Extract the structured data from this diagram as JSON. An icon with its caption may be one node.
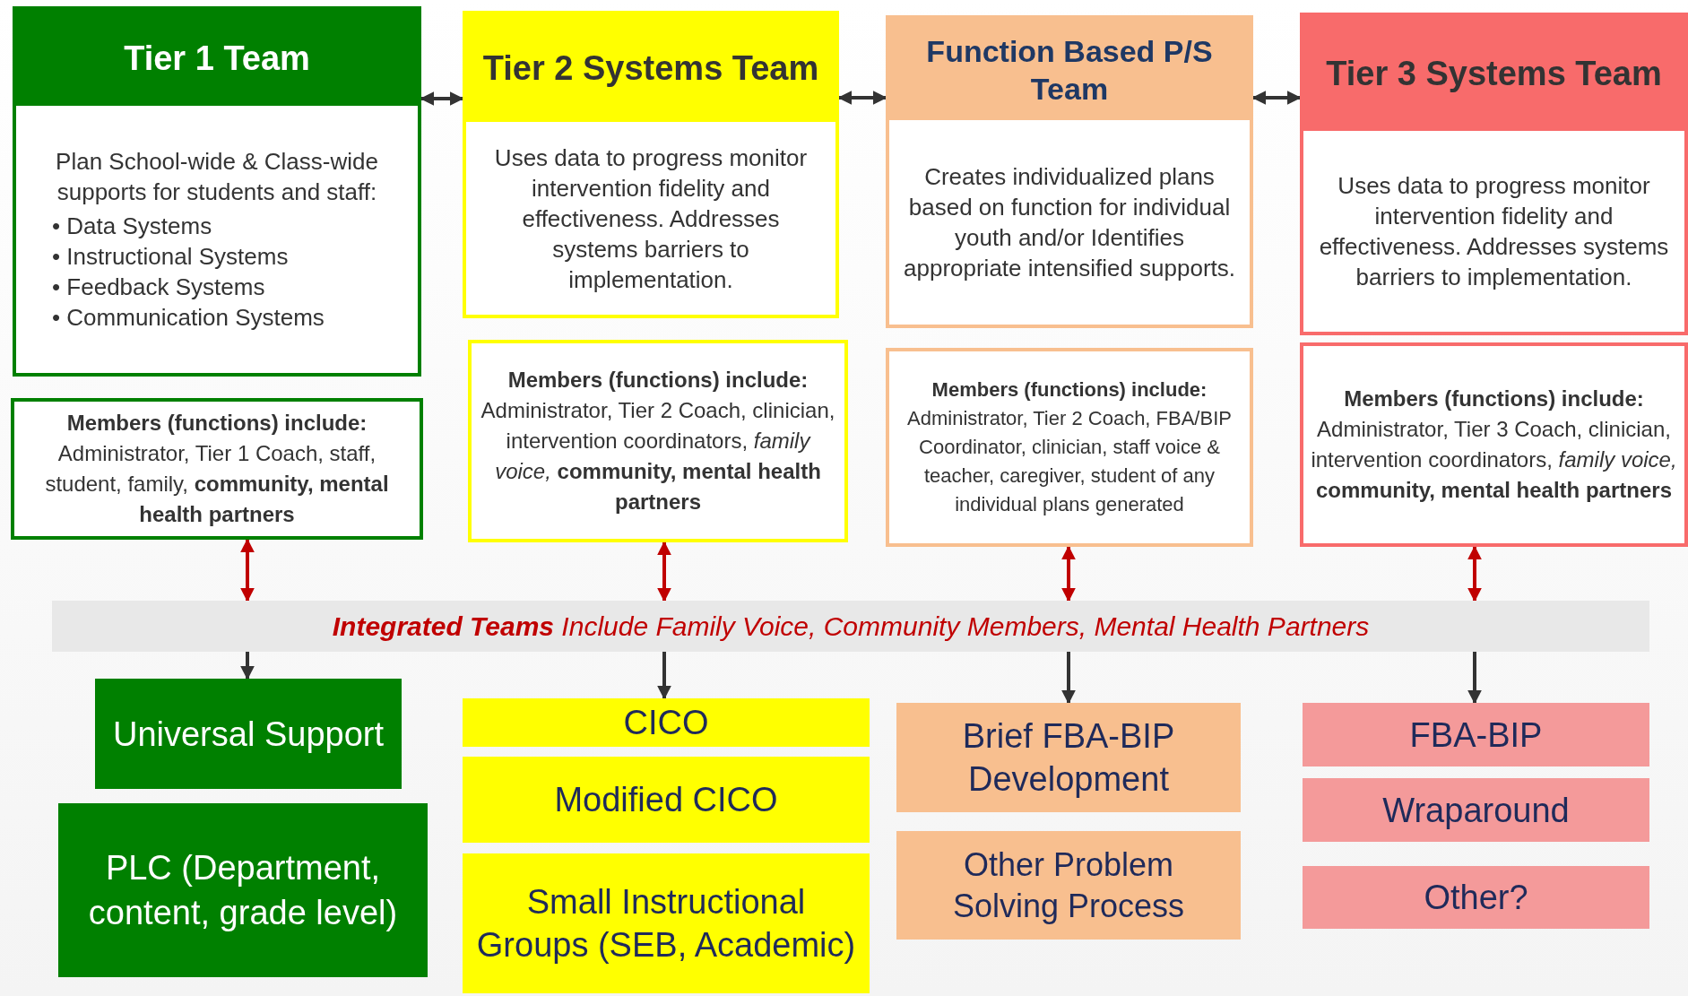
{
  "diagram": {
    "nodes": [
      {
        "text": [
          "Tier 1 Team",
          "Plan School-wide & Class-wide supports for students and staff:",
          "• Data Systems",
          "• Instructional Systems",
          "• Feedback Systems",
          "• Communication Systems"
        ]
      },
      {
        "text": [
          "Tier 2 Systems Team",
          "Uses data to progress monitor intervention fidelity and effectiveness. Addresses systems barriers to implementation."
        ]
      },
      {
        "text": [
          "Function Based P/S Team",
          "Creates individualized plans based on function for individual youth and/or Identifies appropriate intensified supports."
        ]
      },
      {
        "text": [
          "Tier 3 Systems Team",
          "Uses data to progress monitor intervention fidelity and effectiveness.  Addresses systems barriers to implementation."
        ]
      },
      {
        "text": [
          "**Members (functions) include:** Administrator, Tier 1 Coach, staff, student, family, **community, mental health partners**"
        ]
      },
      {
        "text": [
          "**Members (functions) include:** Administrator, Tier 2 Coach, clinician, intervention coordinators, *family voice,* **community, mental health partners**"
        ]
      },
      {
        "text": [
          "**Members (functions) include:** Administrator, Tier 2 Coach, FBA/BIP Coordinator, clinician, staff voice & teacher, caregiver, student of any individual plans generated"
        ]
      },
      {
        "text": [
          "**Members (functions) include:** Administrator, Tier 3 Coach, clinician, intervention coordinators, *family voice,* **community, mental health partners**"
        ]
      },
      {
        "text": [
          "**Integrated Teams** Include Family Voice, Community Members, Mental Health Partners"
        ]
      },
      {
        "text": [
          "Universal Support"
        ]
      },
      {
        "text": [
          "PLC (Department, content, grade level)"
        ]
      },
      {
        "text": [
          "CICO"
        ]
      },
      {
        "text": [
          "Modified CICO"
        ]
      },
      {
        "text": [
          "Small Instructional Groups (SEB, Academic)"
        ]
      },
      {
        "text": [
          "Brief FBA-BIP Development"
        ]
      },
      {
        "text": [
          "Other Problem Solving Process"
        ]
      },
      {
        "text": [
          "FBA-BIP"
        ]
      },
      {
        "text": [
          "Wraparound"
        ]
      },
      {
        "text": [
          "Other?"
        ]
      }
    ],
    "edges": [
      {
        "from": 0,
        "to": 1,
        "arrow": "both"
      },
      {
        "from": 1,
        "to": 2,
        "arrow": "both"
      },
      {
        "from": 2,
        "to": 3,
        "arrow": "both"
      },
      {
        "from": 4,
        "to": 8,
        "arrow": "both",
        "color": "#c00000"
      },
      {
        "from": 5,
        "to": 8,
        "arrow": "both",
        "color": "#c00000"
      },
      {
        "from": 6,
        "to": 8,
        "arrow": "both",
        "color": "#c00000"
      },
      {
        "from": 7,
        "to": 8,
        "arrow": "both",
        "color": "#c00000"
      },
      {
        "from": 8,
        "to": 9,
        "arrow": "to"
      },
      {
        "from": 8,
        "to": 11,
        "arrow": "to"
      },
      {
        "from": 8,
        "to": 14,
        "arrow": "to"
      },
      {
        "from": 8,
        "to": 16,
        "arrow": "to"
      }
    ]
  }
}
